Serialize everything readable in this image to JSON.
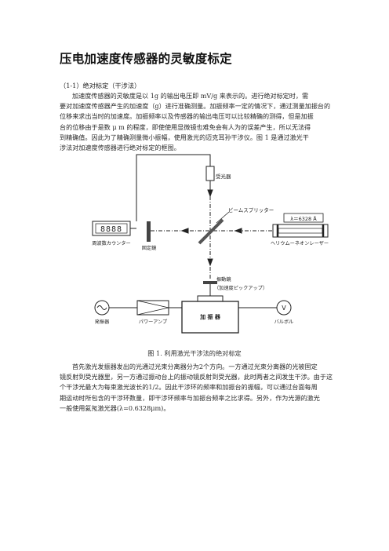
{
  "document": {
    "title": "压电加速度传感器的灵敏度标定",
    "section_heading": "（1-1）绝对标定（干涉法）",
    "paragraph1_lines": [
      "加速度传感器的灵敏度是以 1g 的输出电压即 mV/g 来表示的。进行绝对标定时，需",
      "要对加速度传感器产生的加速度（g）进行准确测量。加振频率一定的情况下，通过测量加振台的",
      "位移来求出当时的加速度。加振频率以及传感器的输出电压可以比较精确的测得，但是加振",
      "台的位移由于是数 μ m 的程度，即使使用显微镜也难免会有人为的误差产生，所以无法得",
      "到精确值。因此为了精确测量微小振幅，使用激光的迈克耳孙干涉仪。图 1 是通过激光干",
      "涉法对加速度传感器进行绝对标定的框图。"
    ],
    "figure_caption": "图 1. 利用激光干涉法的绝对标定",
    "paragraph2_lines": [
      "首先激光发振器发出的光通过光束分离器分为2个方向。一方通过光束分离器的光被固定",
      "镜反射到受光器里，另一方通过振动台上的振动镜反射到受光器，此时两者之间发生干涉。由于这",
      "个干涉光最大为每束激光波长的1/2。因此干涉环的频率和加振台的振幅，可以通过台面每周",
      "期运动时所包含的干涉环数量，即干涉环频率与加振台频率之比求得。另外，作为光源的激光",
      "一般使用氦氖激光器(λ=0.6328μm)。"
    ]
  },
  "diagram": {
    "counter_display": "8888",
    "labels": {
      "photodetector": "受光器",
      "beam_splitter": "ビームスプリッター",
      "wavelength": "λ＝6328 Å",
      "laser": "ヘリウムーネオンレーザー",
      "counter": "周波数カウンター",
      "fixed_mirror": "固定鏡",
      "vibrating_mirror": "振動鏡",
      "pickup": "（加速度ピックアップ）",
      "oscillator": "発振器",
      "power_amp": "パワーアンプ",
      "shaker": "加 振 器",
      "voltmeter_symbol": "V",
      "voltmeter": "バルボル"
    }
  }
}
